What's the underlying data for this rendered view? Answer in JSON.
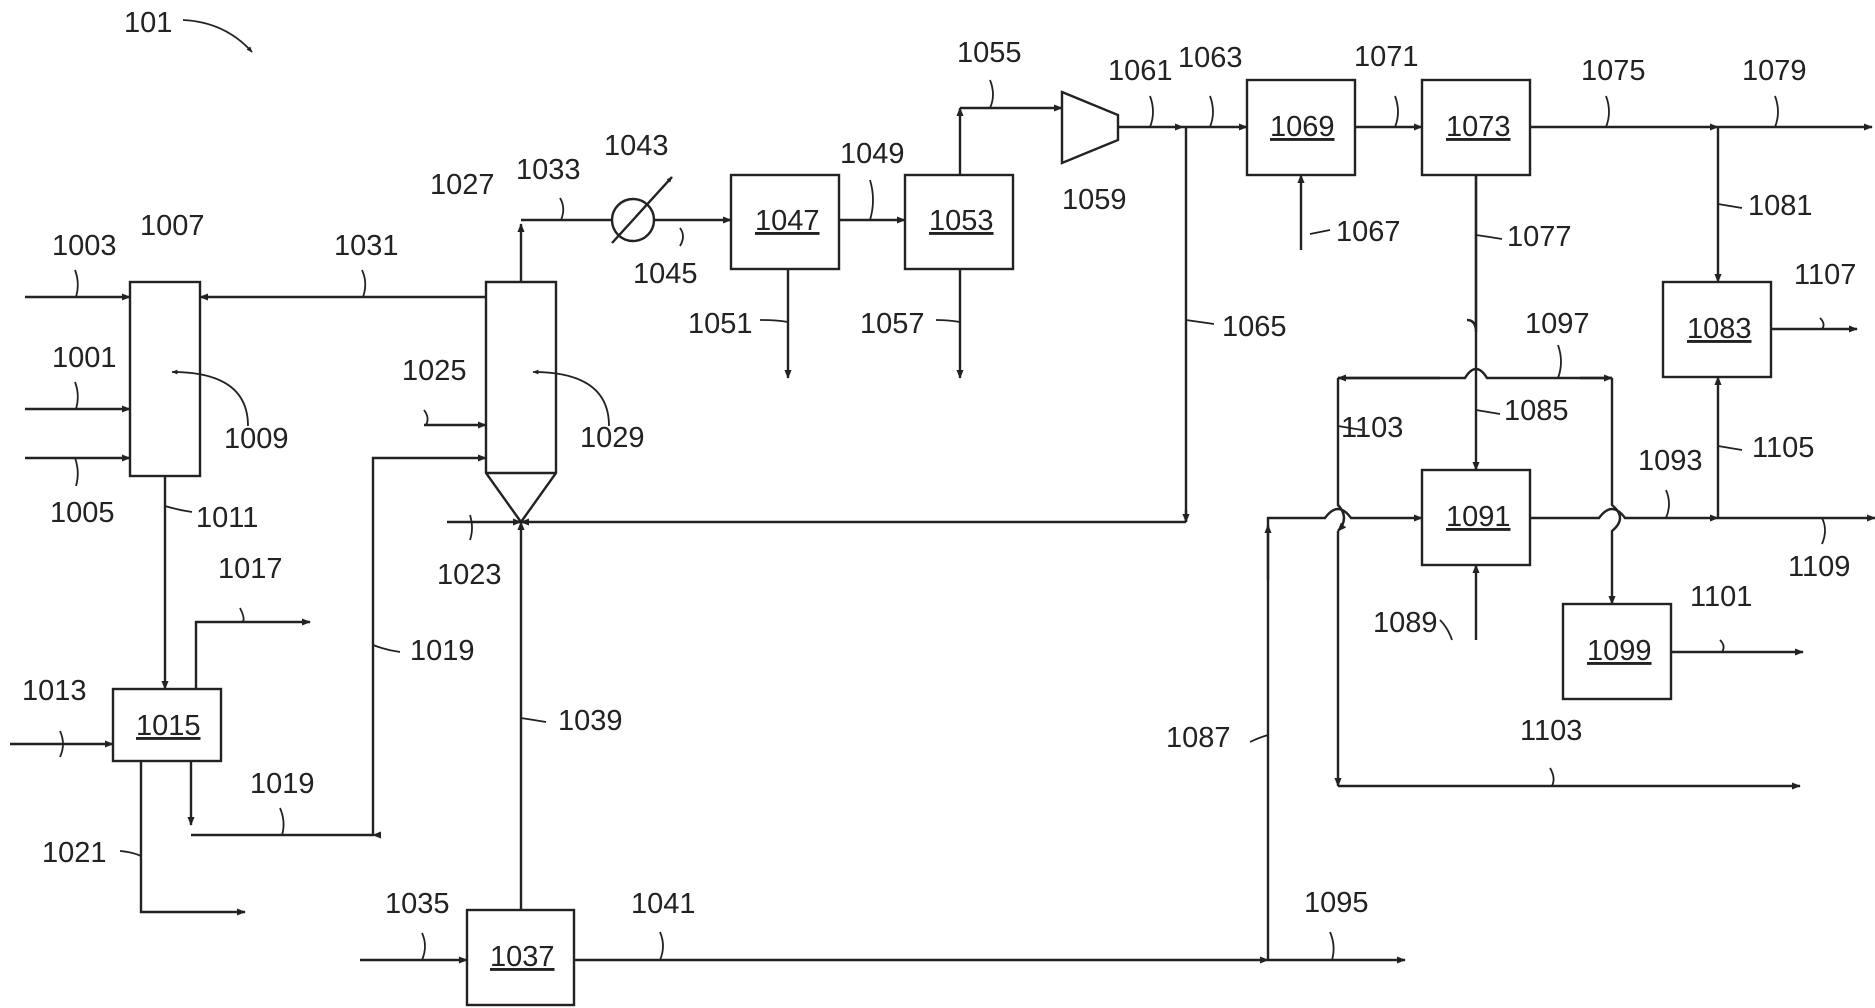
{
  "figure_ref": "101",
  "units": {
    "u1007": "1007",
    "u1015": "1015",
    "u1027": "1027",
    "u1037": "1037",
    "u1047": "1047",
    "u1053": "1053",
    "u1069": "1069",
    "u1073": "1073",
    "u1083": "1083",
    "u1091": "1091",
    "u1099": "1099"
  },
  "streams": {
    "s1001": "1001",
    "s1003": "1003",
    "s1005": "1005",
    "s1009": "1009",
    "s1011": "1011",
    "s1013": "1013",
    "s1017": "1017",
    "s1019a": "1019",
    "s1019b": "1019",
    "s1021": "1021",
    "s1023": "1023",
    "s1025": "1025",
    "s1029": "1029",
    "s1031": "1031",
    "s1033": "1033",
    "s1035": "1035",
    "s1039": "1039",
    "s1041": "1041",
    "s1043": "1043",
    "s1045": "1045",
    "s1049": "1049",
    "s1051": "1051",
    "s1055": "1055",
    "s1057": "1057",
    "s1059": "1059",
    "s1061": "1061",
    "s1063": "1063",
    "s1065": "1065",
    "s1067": "1067",
    "s1071": "1071",
    "s1075": "1075",
    "s1077": "1077",
    "s1079": "1079",
    "s1081": "1081",
    "s1085": "1085",
    "s1087": "1087",
    "s1089": "1089",
    "s1093": "1093",
    "s1095": "1095",
    "s1097": "1097",
    "s1101": "1101",
    "s1103a": "1103",
    "s1103b": "1103",
    "s1105": "1105",
    "s1107": "1107",
    "s1109": "1109"
  },
  "colors": {
    "ink": "#222222",
    "background": "#ffffff"
  }
}
